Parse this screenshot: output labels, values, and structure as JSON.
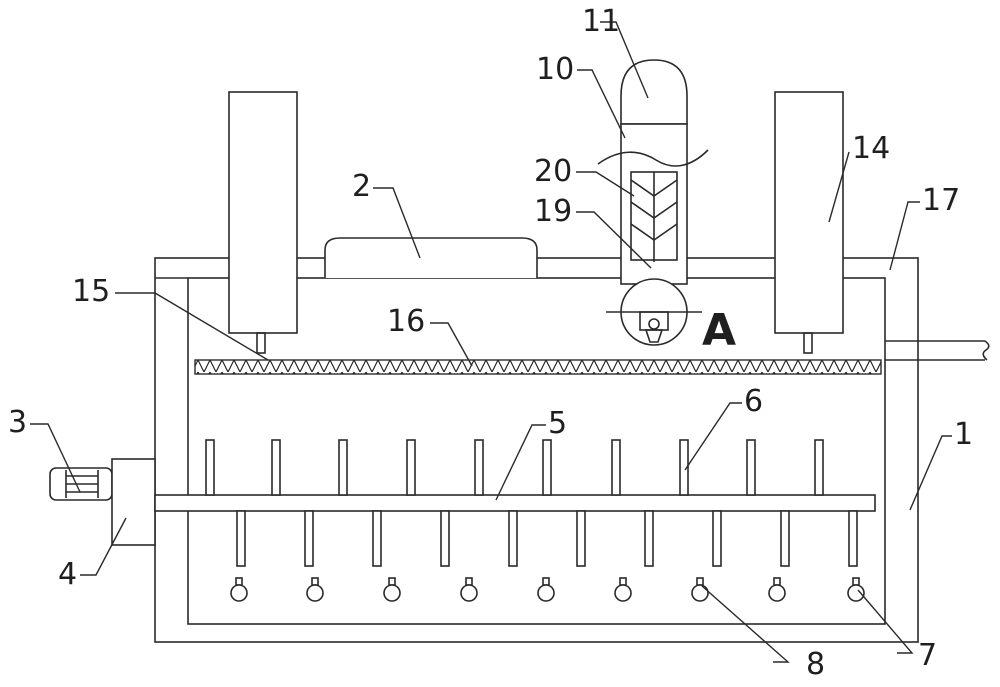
{
  "labels": {
    "n1": "1",
    "n2": "2",
    "n3": "3",
    "n4": "4",
    "n5": "5",
    "n6": "6",
    "n7": "7",
    "n8": "8",
    "n10": "10",
    "n11": "11",
    "n14": "14",
    "n15": "15",
    "n16": "16",
    "n17": "17",
    "n19": "19",
    "n20": "20",
    "detail": "A"
  }
}
